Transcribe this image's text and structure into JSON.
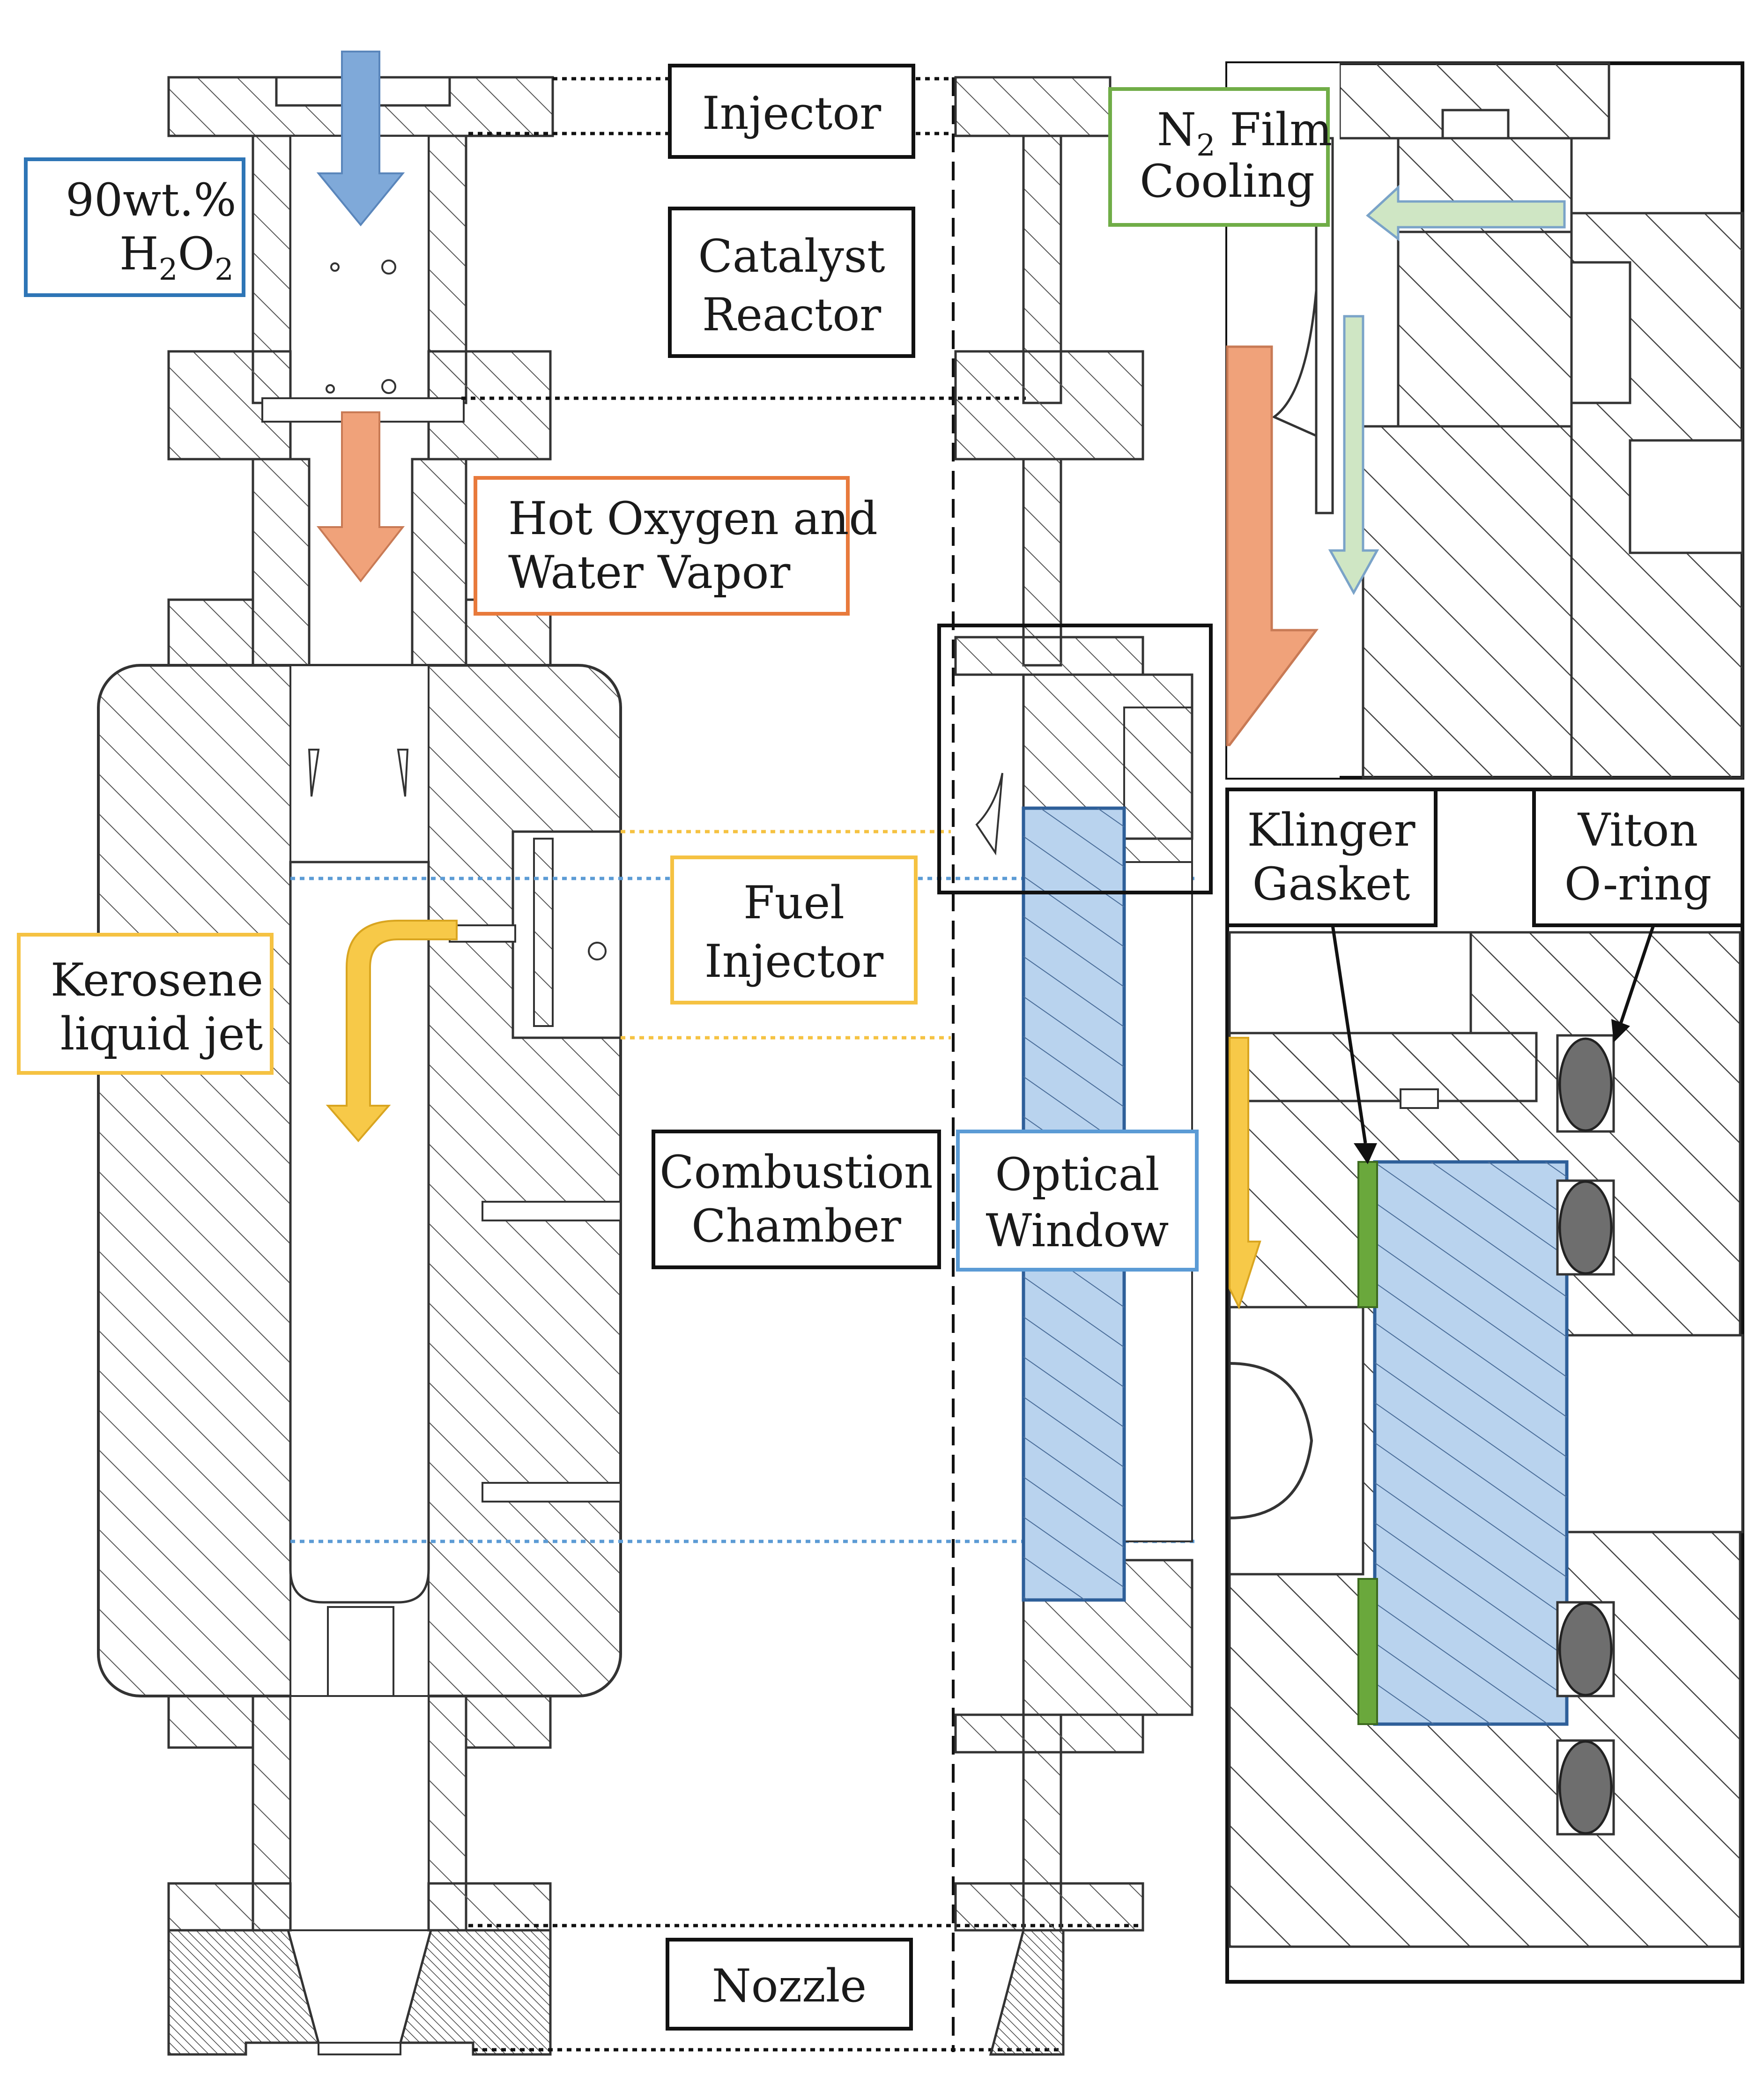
{
  "labels": {
    "h2o2": {
      "line1": "90wt.%",
      "line2_main": "H",
      "line2_sub1": "2",
      "line2_mid": "O",
      "line2_sub2": "2"
    },
    "injector": "Injector",
    "catalyst_reactor": {
      "line1": "Catalyst",
      "line2": "Reactor"
    },
    "hot_oxygen": {
      "line1": "Hot Oxygen and",
      "line2": "Water Vapor"
    },
    "fuel_injector": {
      "line1": "Fuel",
      "line2": "Injector"
    },
    "kerosene": {
      "line1": "Kerosene",
      "line2": "liquid jet"
    },
    "combustion_chamber": {
      "line1": "Combustion",
      "line2": "Chamber"
    },
    "optical_window": {
      "line1": "Optical",
      "line2": "Window"
    },
    "nozzle": "Nozzle",
    "n2_film": {
      "main": "N",
      "sub": "2",
      "rest": " Film",
      "line2": "Cooling"
    },
    "klinger": {
      "line1": "Klinger",
      "line2": "Gasket"
    },
    "viton": {
      "line1": "Viton",
      "line2": "O-ring"
    }
  },
  "colors": {
    "oxidizer_blue": "#7fa9d9",
    "hot_gas_orange": "#f0a27a",
    "fuel_yellow": "#f7c948",
    "film_green": "#cfe6c4",
    "window_blue": "#b9d3ee",
    "gasket_green": "#6aa83c",
    "oring_gray": "#6e6e6e",
    "box_blue": "#2e75b6",
    "box_orange": "#e87a3c",
    "box_yellow": "#f5c242",
    "box_green": "#70ad47",
    "nozzle_gray": "#a6a6a6"
  }
}
